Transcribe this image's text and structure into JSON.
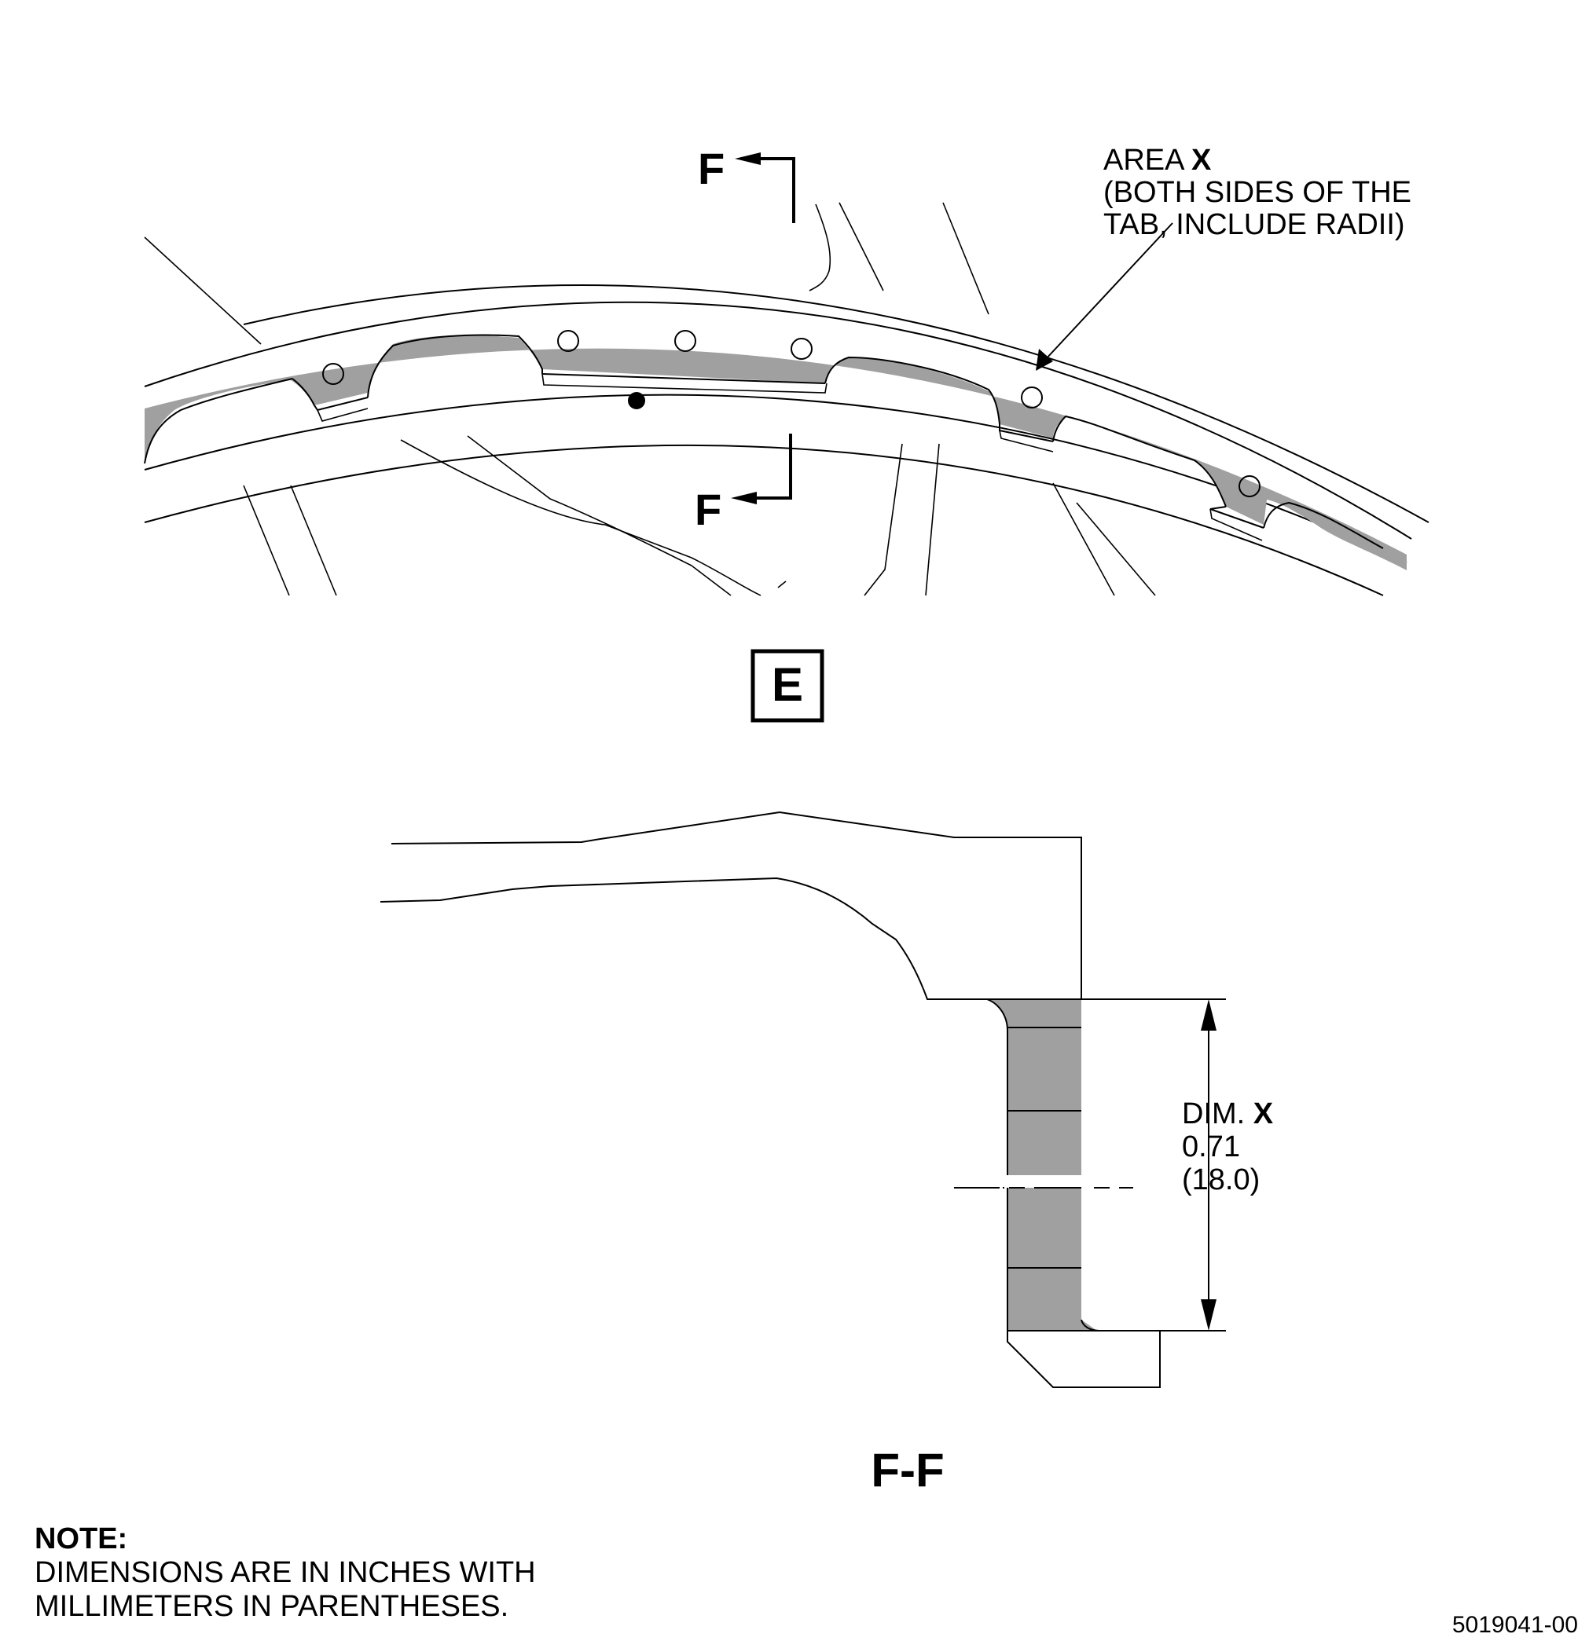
{
  "view_e": {
    "section_marker": "F",
    "area_label": {
      "prefix": "AREA",
      "letter": "X",
      "line2": "(BOTH SIDES OF THE",
      "line3": "TAB, INCLUDE RADII)"
    },
    "detail_box_label": "E"
  },
  "section_ff": {
    "title": "F-F",
    "dim_label": {
      "prefix": "DIM.",
      "letter": "X",
      "inches": "0.71",
      "millimeters": "(18.0)"
    }
  },
  "note": {
    "title": "NOTE:",
    "line1": "DIMENSIONS ARE IN INCHES WITH",
    "line2": "MILLIMETERS IN PARENTHESES."
  },
  "figure_id": "5019041-00",
  "colors": {
    "shading": "#a0a0a0",
    "line": "#000000"
  }
}
